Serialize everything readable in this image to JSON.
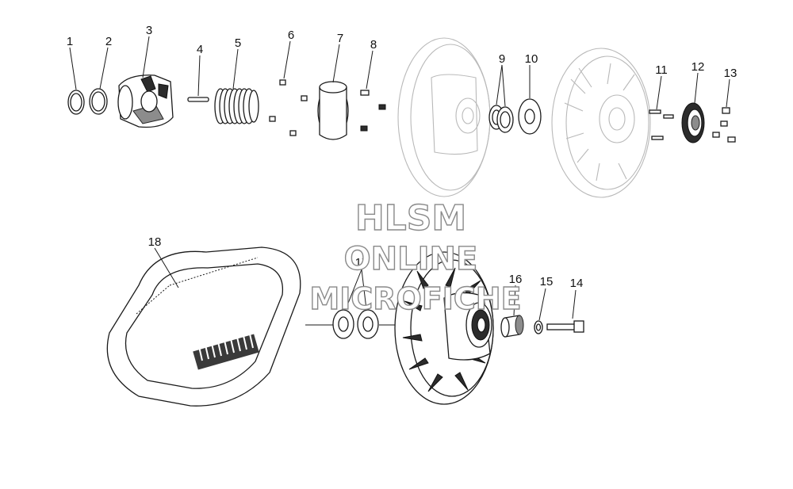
{
  "diagram": {
    "callouts": [
      "1",
      "2",
      "3",
      "4",
      "5",
      "6",
      "7",
      "8",
      "9",
      "10",
      "11",
      "12",
      "13",
      "14",
      "15",
      "16",
      "17",
      "18"
    ]
  },
  "watermark": {
    "line1": "HLSM",
    "line2": "ONLINE",
    "line3": "MICROFICHE"
  },
  "colors": {
    "ink": "#1a1a1a",
    "ghost": "#b9b9b9",
    "watermark_outline": "#8a8a8a"
  }
}
